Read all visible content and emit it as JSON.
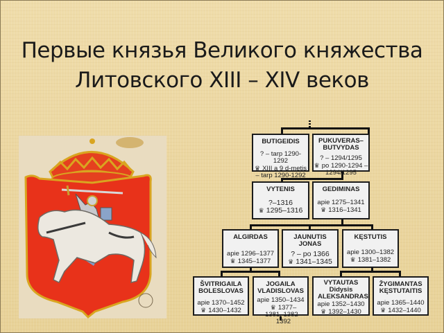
{
  "slide": {
    "title_line1": "Первые князья Великого княжества",
    "title_line2": "Литовского XIII – XIV веков"
  },
  "image": {
    "description": "Coat of arms of the Grand Duchy of Lithuania — Vytis (armored knight on white horse with raised sword) on red shield under a red and gold crown"
  },
  "tree": {
    "crown_icon": "♛",
    "generation1": [
      {
        "name": "BUTIGEIDIS",
        "life": "? – tarp 1290-1292",
        "reign": "XIII a 9 d-metis – tarp 1290-1292"
      },
      {
        "name": "PUKUVERAS– BUTVYDAS",
        "life": "? – 1294/1295",
        "reign": "po 1290-1294 – 1294/1295"
      }
    ],
    "generation2": [
      {
        "name": "VYTENIS",
        "life": "?–1316",
        "reign": "1295–1316"
      },
      {
        "name": "GEDIMINAS",
        "life": "apie 1275–1341",
        "reign": "1316–1341"
      }
    ],
    "generation3": [
      {
        "name": "ALGIRDAS",
        "life": "apie 1296–1377",
        "reign": "1345–1377"
      },
      {
        "name": "JAUNUTIS JONAS",
        "life": "? – po 1366",
        "reign": "1341–1345"
      },
      {
        "name": "KĘSTUTIS",
        "life": "apie 1300–1382",
        "reign": "1381–1382"
      }
    ],
    "generation4": [
      {
        "name": "ŠVITRIGAILA BOLESLOVAS",
        "life": "apie 1370–1452",
        "reign": "1430–1432"
      },
      {
        "name": "JOGAILA VLADISLOVAS",
        "life": "apie 1350–1434",
        "reign": "1377–1381, 1382–1392"
      },
      {
        "name": "VYTAUTAS Didysis ALEKSANDRAS",
        "life": "apie 1352–1430",
        "reign": "1392–1430"
      },
      {
        "name": "ŽYGIMANTAS KĘSTUTAITIS",
        "life": "apie 1365–1440",
        "reign": "1432–1440"
      }
    ]
  }
}
